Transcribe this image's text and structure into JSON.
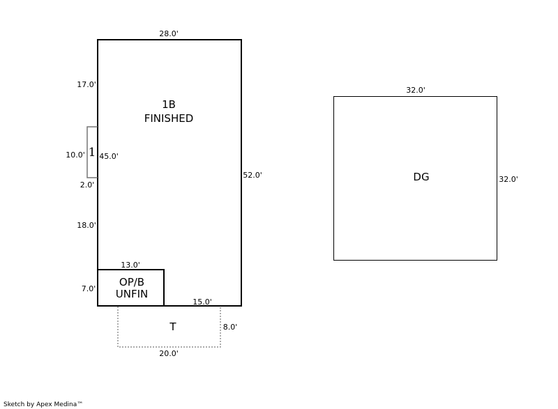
{
  "areas": {
    "main": {
      "code": "1B",
      "desc": "FINISHED",
      "top": "28.0'",
      "right": "52.0'",
      "left_upper": "17.0'",
      "left_mid": "45.0'",
      "left_gap": "2.0'",
      "left_lower": "18.0'",
      "bottom": "15.0'"
    },
    "bay": {
      "code": "1",
      "side": "10.0'"
    },
    "porch": {
      "code": "OP/B",
      "desc": "UNFIN",
      "top": "13.0'",
      "left": "7.0'"
    },
    "terrace": {
      "code": "T",
      "right": "8.0'",
      "bottom": "20.0'"
    },
    "garage": {
      "code": "DG",
      "top": "32.0'",
      "right": "32.0'"
    }
  },
  "footer": "Sketch by Apex Medina™"
}
